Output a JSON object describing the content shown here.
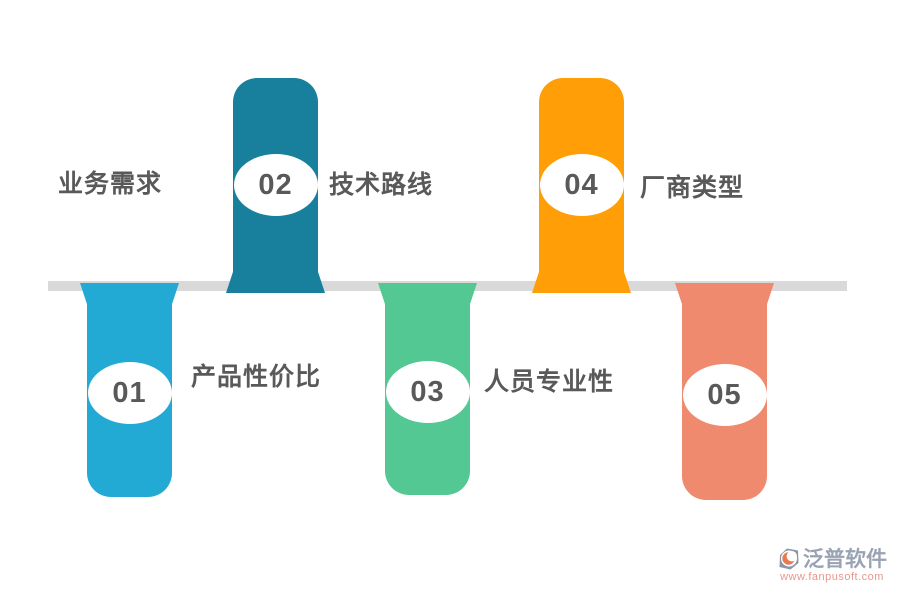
{
  "page": {
    "background": "#FFFFFF"
  },
  "timeline": {
    "bar_color": "#D9D9D9",
    "text_color": "#595959",
    "badge_fill": "#FFFFFF",
    "standalone_label": "业务需求",
    "items": [
      {
        "number": "01",
        "label": "产品性价比",
        "color": "#22AAD5",
        "position": "below-bar"
      },
      {
        "number": "02",
        "label": "技术路线",
        "color": "#18809D",
        "position": "above-bar"
      },
      {
        "number": "03",
        "label": "人员专业性",
        "color": "#53C892",
        "position": "below-bar"
      },
      {
        "number": "04",
        "label": "厂商类型",
        "color": "#FF9E06",
        "position": "above-bar"
      },
      {
        "number": "05",
        "label": "",
        "color": "#EF8A6F",
        "position": "below-bar"
      }
    ]
  },
  "watermark": {
    "brand": "泛普软件",
    "url": "www.fanpusoft.com",
    "brand_color": "#9AA3B4",
    "url_color": "#E9968D",
    "icon": "fanpu-logo-icon",
    "icon_base_color": "#8C96A9",
    "icon_accent_color": "#E87A50"
  }
}
